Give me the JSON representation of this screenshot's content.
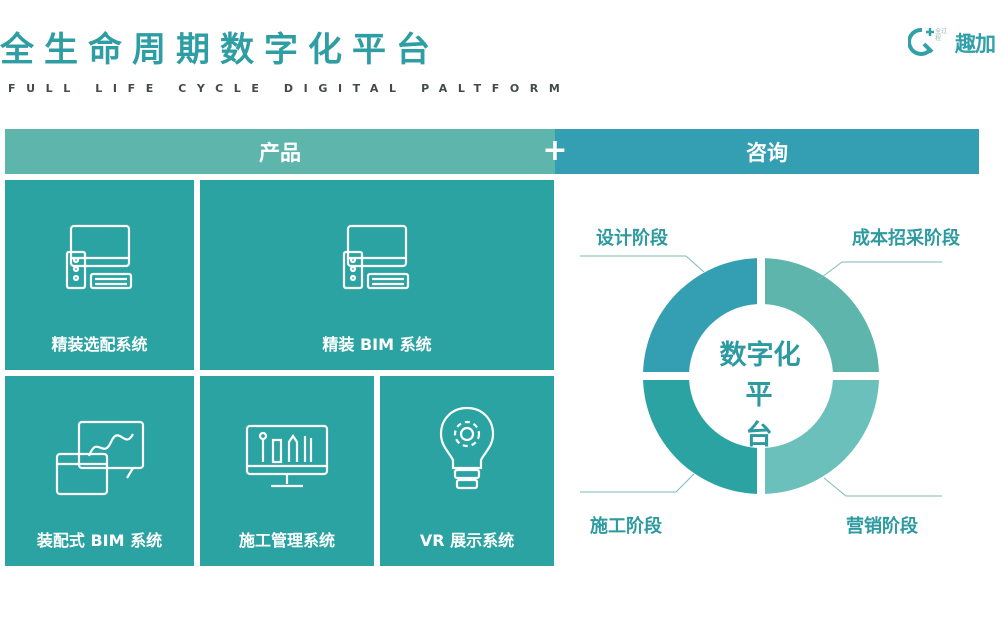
{
  "header": {
    "title": "全生命周期数字化平台",
    "subtitle": "FULL LIFE CYCLE DIGITAL PALTFORM",
    "logo_text": "趣加",
    "logo_small": "全过程"
  },
  "bars": {
    "left_label": "产品",
    "plus": "+",
    "right_label": "咨询"
  },
  "products": [
    {
      "label": "精装选配系统",
      "icon": "computer-icon"
    },
    {
      "label": "精装 BIM 系统",
      "icon": "computer-icon"
    },
    {
      "label": "装配式 BIM 系统",
      "icon": "drawing-tablet-icon"
    },
    {
      "label": "施工管理系统",
      "icon": "monitor-tools-icon"
    },
    {
      "label": "VR 展示系统",
      "icon": "lightbulb-gear-icon"
    }
  ],
  "platform": {
    "center_line1": "数字化",
    "center_line2": "平台",
    "stages": [
      {
        "label": "设计阶段",
        "color": "#349fb3"
      },
      {
        "label": "成本招采阶段",
        "color": "#5db5ab"
      },
      {
        "label": "施工阶段",
        "color": "#2aa3a2"
      },
      {
        "label": "营销阶段",
        "color": "#6cc0bc"
      }
    ]
  },
  "colors": {
    "accent": "#2aa3a2",
    "bar_left": "#5db5ab",
    "bar_right": "#349fb3",
    "text_teal": "#2c9aa0"
  }
}
